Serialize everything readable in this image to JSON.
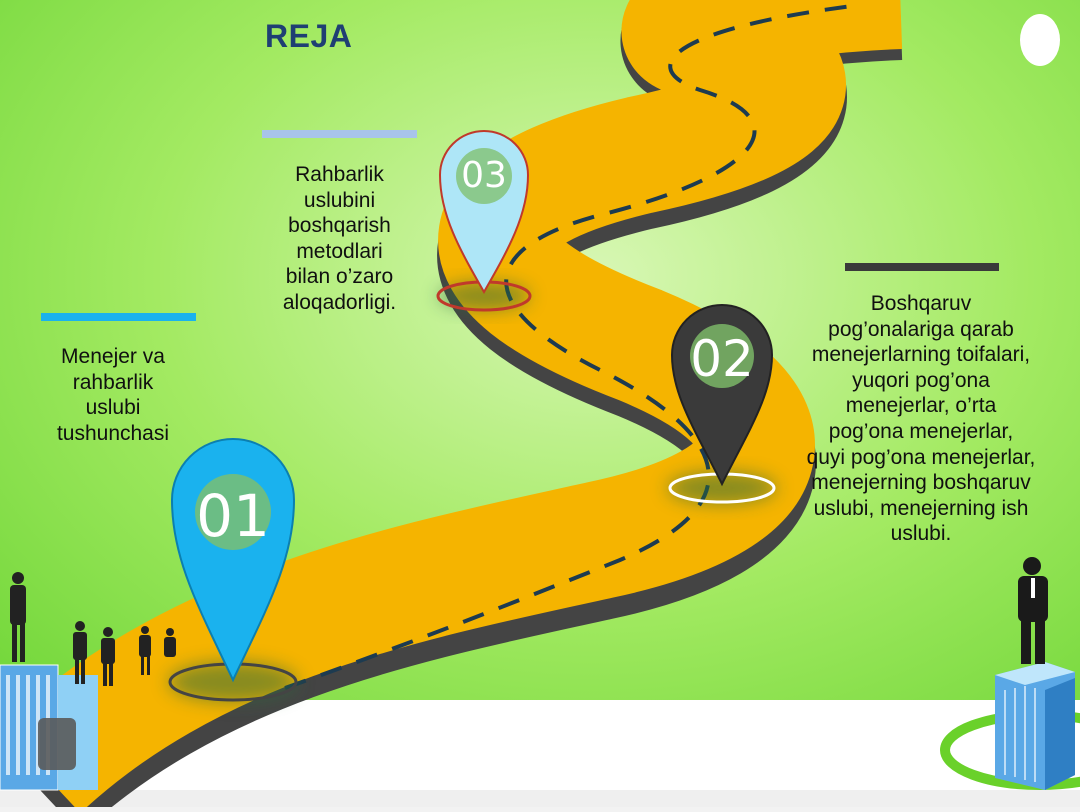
{
  "slide": {
    "title": "REJA"
  },
  "steps": [
    {
      "number": "01",
      "text": "Menejer va\nrahbarlik\nuslubi\ntushunchasi",
      "pin_color": "#1ab2ee"
    },
    {
      "number": "02",
      "text": "Boshqaruv\npog’onalariga qarab\nmenejerlarning toifalari,\nyuqori pog’ona\nmenejerlar, o’rta\npog’ona menejerlar,\nquyi pog’ona menejerlar,\nmenejerning boshqaruv\nuslubi, menejerning ish\nuslubi.",
      "pin_color": "#3a3a3a"
    },
    {
      "number": "03",
      "text": "Rahbarlik\nuslubini\nboshqarish\nmetodlari\nbilan o’zaro\naloqadorligi.",
      "pin_color": "#aee6f7"
    }
  ],
  "colors": {
    "background_top": "#b7f08a",
    "background_mid": "#7fdc3a",
    "road": "#f5b400",
    "road_edge": "#4a4a4a",
    "bar_step1": "#1ab2ee",
    "bar_step2": "#3a3a3a",
    "bar_step3": "#a8c4ea"
  }
}
